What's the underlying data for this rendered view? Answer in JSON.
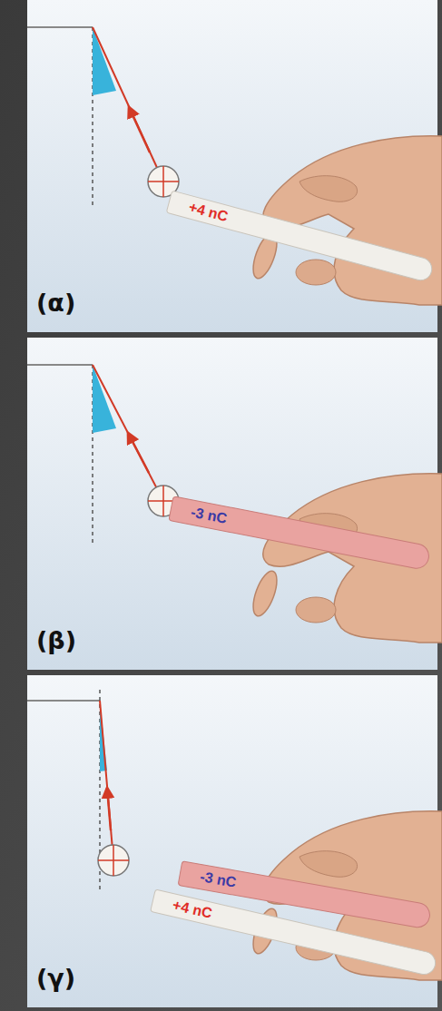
{
  "diagram": {
    "nodes": [
      {
        "text": [
          "+4 nC"
        ]
      },
      {
        "text": [
          "-3 nC"
        ]
      },
      {
        "text": [
          "-3 nC"
        ]
      },
      {
        "text": [
          "+4 nC"
        ]
      }
    ],
    "labels": [
      "(α)",
      "(β)",
      "(γ)"
    ]
  }
}
